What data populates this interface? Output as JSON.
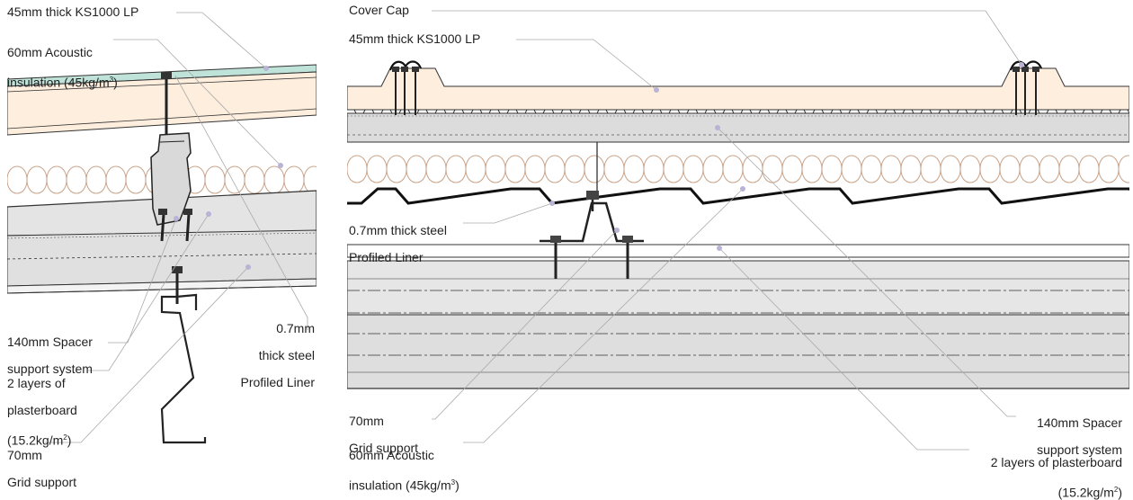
{
  "colors": {
    "panel_skin": "#e3f0ec",
    "panel_core": "#fdeede",
    "outer_green": "#bfe3d8",
    "plasterboard": "#dcdcdc",
    "plasterboard_light": "#eeeeee",
    "insulation_stroke": "#c9a48a",
    "leader": "#aaaaaa",
    "dot": "#b9b3d6",
    "steel": "#222222"
  },
  "left_detail": {
    "labels": {
      "panel": "45mm thick KS1000 LP",
      "insulation_1": "60mm Acoustic",
      "insulation_2": "insulation (45kg/m",
      "insulation_sup": "3",
      "insulation_end": ")",
      "spacer_1": "140mm Spacer",
      "spacer_2": "support system",
      "plaster_1": "2 layers of",
      "plaster_2": "plasterboard",
      "plaster_3": "(15.2kg/m",
      "plaster_sup": "2",
      "plaster_end": ")",
      "grid_1": "70mm",
      "grid_2": "Grid support",
      "liner_1": "0.7mm",
      "liner_2": "thick steel",
      "liner_3": "Profiled Liner"
    }
  },
  "right_detail": {
    "labels": {
      "cover_cap": "Cover Cap",
      "panel": "45mm thick KS1000 LP",
      "liner_1": "0.7mm thick steel",
      "liner_2": "Profiled Liner",
      "grid_1": "70mm",
      "grid_2": "Grid support",
      "insulation_1": "60mm Acoustic",
      "insulation_2": "insulation (45kg/m",
      "insulation_sup": "3",
      "insulation_end": ")",
      "spacer_1": "140mm Spacer",
      "spacer_2": "support system",
      "plaster_1": "2 layers of plasterboard",
      "plaster_2": "(15.2kg/m",
      "plaster_sup": "2",
      "plaster_end": ")"
    }
  }
}
